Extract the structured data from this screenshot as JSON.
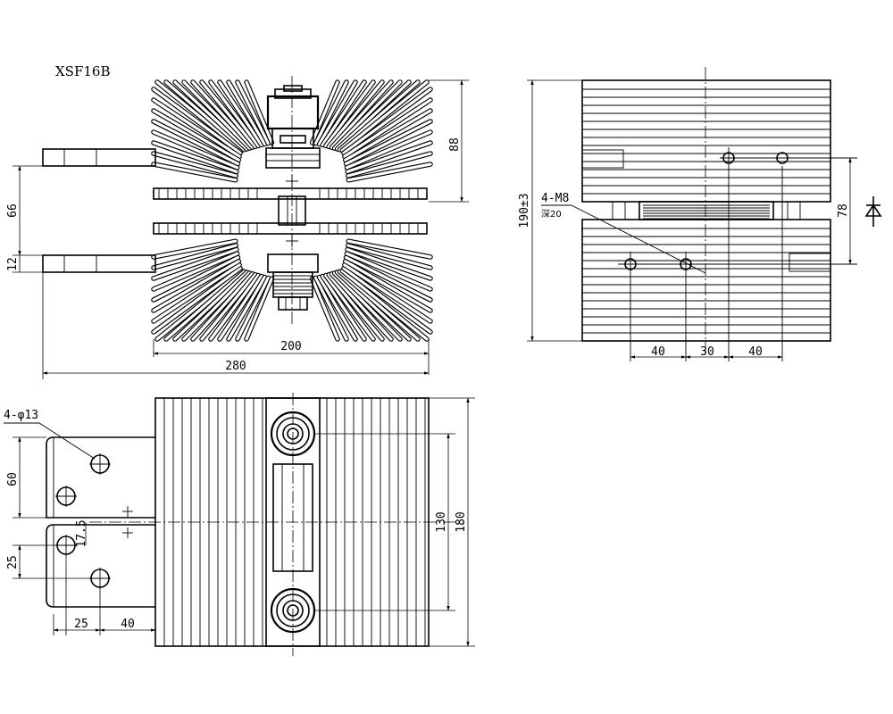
{
  "title": "XSF16B",
  "front_view": {
    "dims": {
      "height_top": "88",
      "pitch": "66",
      "bar_thickness": "12",
      "width_heatsink": "200",
      "width_total": "280"
    }
  },
  "side_view": {
    "dims": {
      "height": "190±3",
      "hole_spacing": "78",
      "hole_x1": "40",
      "hole_x2": "30",
      "hole_x3": "40"
    },
    "thread_label": "4-M8",
    "thread_depth": "深20"
  },
  "bottom_view": {
    "dims": {
      "bar_holes": "4-φ13",
      "bar_height": "60",
      "bar_offset": "17.5",
      "bar_gap": "25",
      "hole_x1": "25",
      "hole_x2": "40",
      "stud_spacing": "130",
      "length": "180"
    }
  }
}
